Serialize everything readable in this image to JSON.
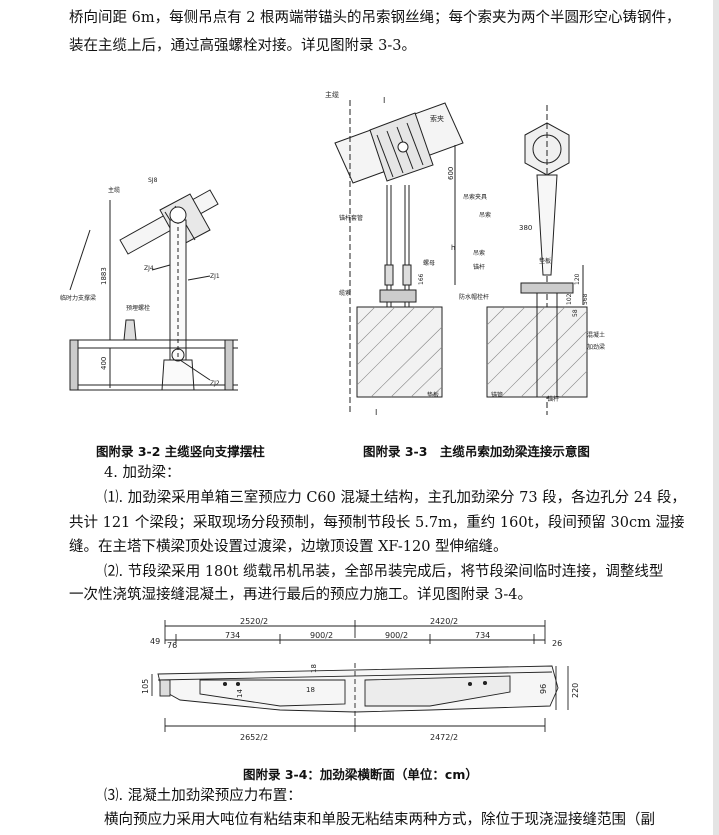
{
  "paragraphs": {
    "p1_l1": "桥向间距 6m，每侧吊点有 2 根两端带锚头的吊索钢丝绳；每个索夹为两个半圆形空心铸钢件，",
    "p1_l2": "装在主缆上后，通过高强螺栓对接。详见图附录 3-3。",
    "h4": "4. 加劲梁：",
    "s1_l1": "⑴. 加劲梁采用单箱三室预应力 C60 混凝土结构，主孔加劲梁分 73 段，各边孔分 24 段，",
    "s1_l2": "共计 121 个梁段；采取现场分段预制，每预制节段长 5.7m，重约 160t，段间预留 30cm 湿接",
    "s1_l3": "缝。在主塔下横梁顶处设置过渡梁，边墩顶设置 XF-120 型伸缩缝。",
    "s2_l1": "⑵. 节段梁采用 180t 缆载吊机吊装，全部吊装完成后，将节段梁间临时连接，调整线型",
    "s2_l2": "一次性浇筑湿接缝混凝土，再进行最后的预应力施工。详见图附录 3-4。",
    "s3_l1": "⑶. 混凝土加劲梁预应力布置：",
    "s3_l2": "横向预应力采用大吨位有粘结束和单股无粘结束两种方式，除位于现浇湿接缝范围（副"
  },
  "captions": {
    "fig32": "图附录 3-2 主缆竖向支撑摆柱",
    "fig33": "图附录 3-3　主缆吊索加劲梁连接示意图",
    "fig34": "图附录 3-4：加劲梁横断面（单位：cm）"
  },
  "fig32": {
    "sj8": "SJ8",
    "zhulan": "主缆",
    "zj4": "ZJ4",
    "zj1": "ZJ1",
    "zj2": "ZJ2",
    "dim1883": "1883",
    "dim400": "400",
    "zhicheng": "临时力支撑梁",
    "yumai": "预埋螺栓"
  },
  "fig33": {
    "zhulan": "主缆",
    "suojia": "索夹",
    "sec_mark": "I",
    "dim600": "600",
    "maoju": "锚杆套管",
    "diaosuo_jiaju": "吊索夹具",
    "diaosuo": "吊索",
    "dim380": "380",
    "diaoguan": "吊索",
    "maozhu": "锚杆",
    "luomu": "螺母",
    "dim166": "166",
    "dianban": "垫板",
    "xiansuo": "缆索",
    "fangshui": "防水帽栓杆",
    "h": "h",
    "dim120": "120",
    "dim102": "102",
    "dim568": "568",
    "dim58": "58",
    "hunningtu": "混凝土",
    "jiajin": "加劲梁",
    "dianban2": "垫板",
    "zhuoguan": "锚管",
    "maogan": "锚杆"
  },
  "fig34": {
    "top_left": "2520/2",
    "top_right": "2420/2",
    "d49": "49",
    "d76": "76",
    "d734a": "734",
    "d900a": "900/2",
    "d900b": "900/2",
    "d734b": "734",
    "d26": "26",
    "d18a": "18",
    "d105": "105",
    "d14": "14",
    "d18b": "18",
    "d96": "96",
    "d220": "220",
    "bot_left": "2652/2",
    "bot_right": "2472/2"
  }
}
